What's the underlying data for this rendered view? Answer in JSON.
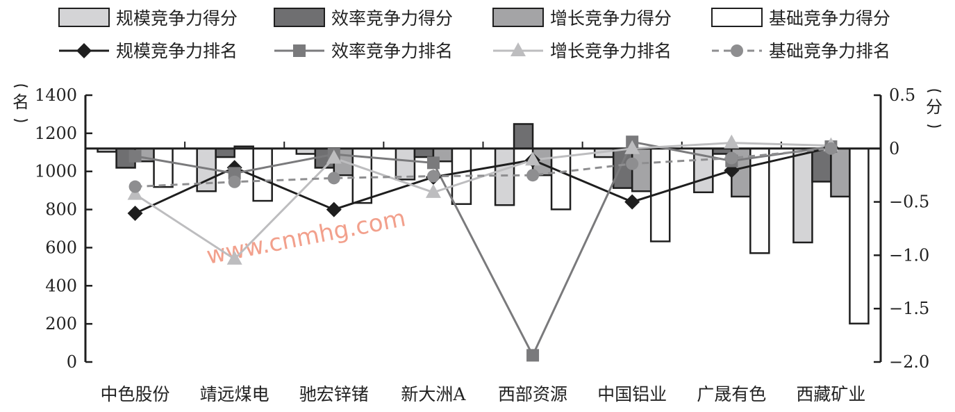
{
  "chart_data": {
    "type": "bar",
    "title": "",
    "categories": [
      "中色股份",
      "靖远煤电",
      "驰宏锌锗",
      "新大洲A",
      "西部资源",
      "中国铝业",
      "广晟有色",
      "西藏矿业"
    ],
    "left_axis": {
      "label": "名",
      "range": [
        0,
        1400
      ],
      "ticks": [
        0,
        200,
        400,
        600,
        800,
        1000,
        1200,
        1400
      ],
      "tick_labels": [
        "0",
        "200",
        "400",
        "600",
        "800",
        "1000",
        "1200",
        "1400"
      ]
    },
    "right_axis": {
      "label": "分",
      "range": [
        -2.0,
        0.5
      ],
      "ticks": [
        0.5,
        0,
        -0.5,
        -1.0,
        -1.5,
        -2.0
      ],
      "tick_labels": [
        "0.5",
        "0",
        "−0.5",
        "−1.0",
        "−1.5",
        "−2.0"
      ]
    },
    "bar_series": [
      {
        "name": "规模竞争力得分",
        "color": "#d4d4d6",
        "values": [
          -0.03,
          -0.4,
          -0.05,
          -0.29,
          -0.53,
          -0.08,
          -0.41,
          -0.88
        ]
      },
      {
        "name": "效率竞争力得分",
        "color": "#6f6f71",
        "values": [
          -0.18,
          -0.08,
          -0.18,
          -0.08,
          0.23,
          -0.37,
          -0.05,
          -0.31
        ]
      },
      {
        "name": "增长竞争力得分",
        "color": "#a4a4a6",
        "values": [
          -0.12,
          0.02,
          -0.25,
          -0.12,
          -0.25,
          -0.4,
          -0.45,
          -0.45
        ]
      },
      {
        "name": "基础竞争力得分",
        "color": "#ffffff",
        "values": [
          -0.36,
          -0.49,
          -0.51,
          -0.52,
          -0.57,
          -0.87,
          -0.98,
          -1.64
        ]
      }
    ],
    "line_series": [
      {
        "name": "规模竞争力排名",
        "color": "#1e1e1e",
        "marker": "diamond",
        "dash": false,
        "values": [
          780,
          1020,
          800,
          970,
          1060,
          840,
          1005,
          1125
        ]
      },
      {
        "name": "效率竞争力排名",
        "color": "#7a7a7c",
        "marker": "square",
        "dash": false,
        "values": [
          1080,
          990,
          1090,
          1045,
          35,
          1155,
          1055,
          1130
        ]
      },
      {
        "name": "增长竞争力排名",
        "color": "#bdbdbf",
        "marker": "triangle",
        "dash": false,
        "values": [
          880,
          540,
          1070,
          890,
          1060,
          1120,
          1150,
          1135
        ]
      },
      {
        "name": "基础竞争力排名",
        "color": "#8e8e90",
        "marker": "circle",
        "dash": true,
        "values": [
          920,
          945,
          965,
          975,
          980,
          1040,
          1070,
          1120
        ]
      }
    ],
    "legend_position": "top",
    "grid": false
  },
  "watermark": "www.cnmhg.com"
}
